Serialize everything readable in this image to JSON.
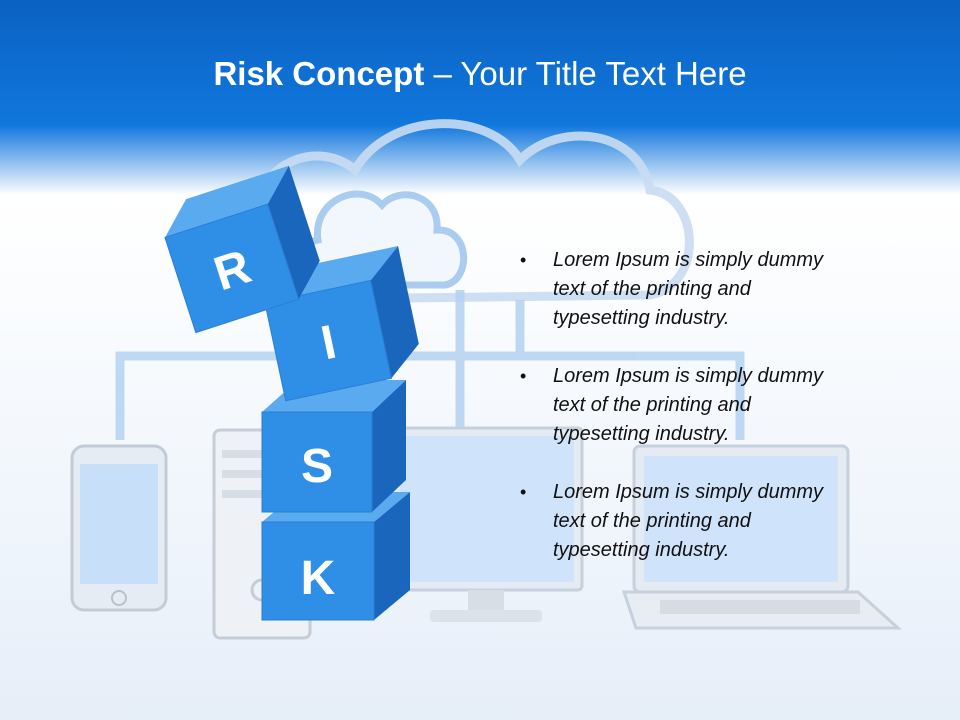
{
  "slide": {
    "title_strong": "Risk Concept",
    "title_rest": " – Your Title Text Here"
  },
  "cube_letters": [
    "R",
    "I",
    "S",
    "K"
  ],
  "bullets": [
    {
      "text": "Lorem Ipsum is simply dummy text of the printing and typesetting industry."
    },
    {
      "text": "Lorem Ipsum is simply dummy text of the printing and typesetting industry."
    },
    {
      "text": "Lorem Ipsum is simply dummy text of the printing and typesetting industry."
    }
  ],
  "colors": {
    "header_blue": "#1177dd",
    "cube_front": "#2f8ee6",
    "cube_top": "#5aaaf0",
    "cube_side": "#1a66bd",
    "device_line": "#9ec4ec"
  },
  "icons": [
    "cloud-icon",
    "smartphone-icon",
    "desktop-tower-icon",
    "monitor-icon",
    "laptop-icon",
    "bullet-dot-icon"
  ]
}
